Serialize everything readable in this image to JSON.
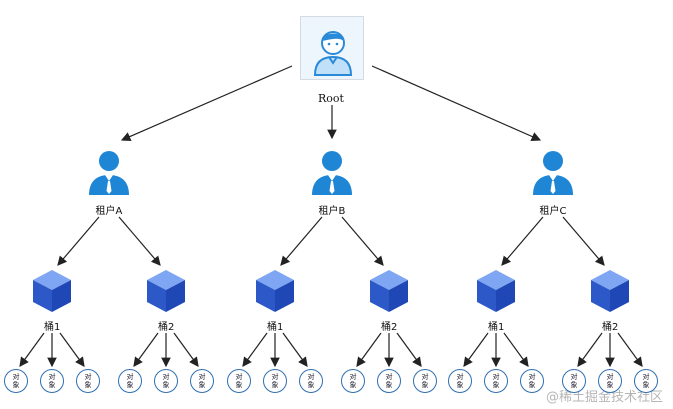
{
  "root": {
    "label": "Root"
  },
  "tenants": [
    {
      "label": "租户A",
      "buckets": [
        {
          "label": "桶1"
        },
        {
          "label": "桶2"
        }
      ]
    },
    {
      "label": "租户B",
      "buckets": [
        {
          "label": "桶1"
        },
        {
          "label": "桶2"
        }
      ]
    },
    {
      "label": "租户C",
      "buckets": [
        {
          "label": "桶1"
        },
        {
          "label": "桶2"
        }
      ]
    }
  ],
  "object": {
    "line1": "对",
    "line2": "象"
  },
  "watermark": "@稀土掘金技术社区",
  "colors": {
    "person": "#1f86d6",
    "cube_top": "#7fa6f2",
    "cube_left": "#2c58c8",
    "cube_right": "#1f47b5",
    "arrow": "#222222",
    "object_border": "#2f6fb0"
  },
  "icons": {
    "root": "user-avatar-icon",
    "tenant": "person-icon",
    "bucket": "cube-icon"
  }
}
